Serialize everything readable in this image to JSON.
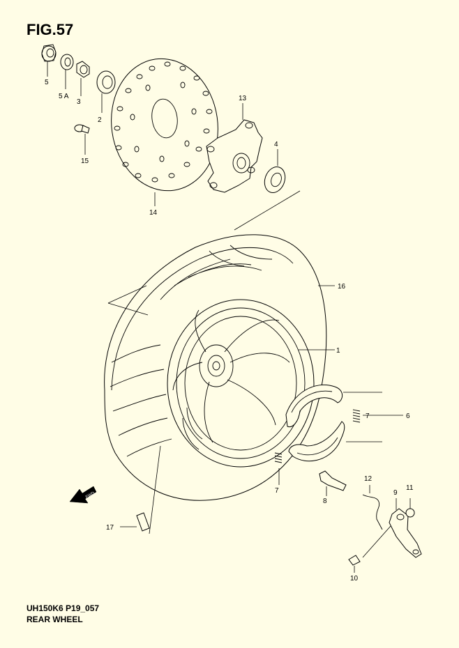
{
  "figure": {
    "title": "FIG.57"
  },
  "footer": {
    "model_code": "UH150K6 P19_057",
    "caption": "REAR WHEEL"
  },
  "direction_label": "FWD",
  "callouts": [
    "5",
    "5 A",
    "3",
    "2",
    "15",
    "14",
    "13",
    "4",
    "16",
    "1",
    "6",
    "7",
    "7",
    "8",
    "12",
    "9",
    "11",
    "17",
    "10"
  ]
}
